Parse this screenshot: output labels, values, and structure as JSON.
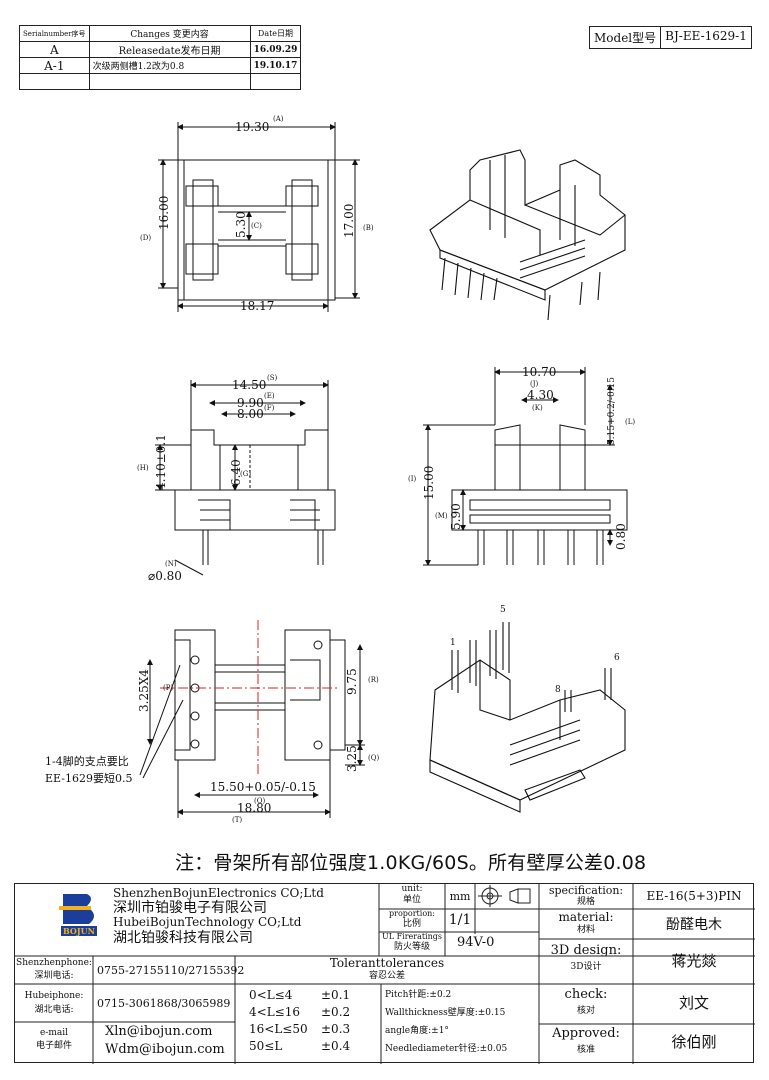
{
  "revision_table": {
    "headers": [
      "Serialnumber序号",
      "Changes 变更内容",
      "Date日期"
    ],
    "rows": [
      {
        "serial": "A",
        "change": "Releasedate发布日期",
        "date": "16.09.29"
      },
      {
        "serial": "A-1",
        "change": "次级两侧槽1.2改为0.8",
        "date": "19.10.17"
      }
    ]
  },
  "model": {
    "label": "Model型号",
    "value": "BJ-EE-1629-1"
  },
  "views": {
    "top": {
      "width": "19.30",
      "width_ref": "(A)",
      "height_left": "16.00",
      "height_left_ref": "(D)",
      "height_right": "17.00",
      "height_right_ref": "(B)",
      "inner": "5.30",
      "inner_ref": "(C)",
      "bottom": "18.17"
    },
    "front": {
      "w1": "14.50",
      "w1_ref": "(S)",
      "w2": "9.90",
      "w2_ref": "(E)",
      "w3": "8.00",
      "w3_ref": "(F)",
      "h1": "4.10±0.1",
      "h1_ref": "(H)",
      "h2": "6.40",
      "h2_ref": "(G)",
      "pin": "⌀0.80",
      "pin_ref": "(N)"
    },
    "side": {
      "w1": "10.70",
      "w1_ref": "(J)",
      "w2": "4.30",
      "w2_ref": "(K)",
      "h1": "15.00",
      "h1_ref": "(I)",
      "h2": "5.90",
      "h2_ref": "(M)",
      "h3": "5.15+0.2/-0.15",
      "h3_ref": "(L)",
      "h4": "0.80"
    },
    "bottom": {
      "pitch": "3.25X4",
      "pitch_ref": "(P)",
      "r": "9.75",
      "r_ref": "(R)",
      "q": "3.25",
      "q_ref": "(Q)",
      "o": "15.50+0.05/-0.15",
      "o_ref": "(O)",
      "t": "18.80",
      "t_ref": "(T)",
      "callout1": "1-4脚的支点要比",
      "callout2": "EE-1629要短0.5"
    },
    "iso_pins": [
      "1",
      "5",
      "8",
      "6"
    ]
  },
  "note": "注：骨架所有部位强度1.0KG/60S。所有壁厚公差0.08",
  "title_block": {
    "company_en1": "ShenzhenBojunElectronics CO;Ltd",
    "company_cn1": "深圳市铂骏电子有限公司",
    "company_en2": "HubeiBojunTechnology CO;Ltd",
    "company_cn2": "湖北铂骏科技有限公司",
    "logo_text": "BOJUN",
    "unit_label": "unit:",
    "unit_label_cn": "单位",
    "unit_value": "mm",
    "proportion_label": "proportion:",
    "proportion_label_cn": "比例",
    "proportion_value": "1/1",
    "fire_label": "UL Fireratings",
    "fire_label_cn": "防火等级",
    "fire_value": "94V-0",
    "spec_label": "specification:",
    "spec_label_cn": "规格",
    "spec_value": "EE-16(5+3)PIN",
    "material_label": "material:",
    "material_label_cn": "材料",
    "material_value": "酚醛电木",
    "design_label": "3D design:",
    "design_label_cn": "3D设计",
    "design_value": "蒋光燚",
    "check_label": "check:",
    "check_label_cn": "核对",
    "check_value": "刘文",
    "approved_label": "Approved:",
    "approved_label_cn": "核准",
    "approved_value": "徐伯刚",
    "sz_phone_label": "Shenzhenphone:",
    "sz_phone_label_cn": "深圳电话:",
    "sz_phone": "0755-27155110/27155392",
    "hb_phone_label": "Hubeiphone:",
    "hb_phone_label_cn": "湖北电话:",
    "hb_phone": "0715-3061868/3065989",
    "email_label": "e-mail",
    "email_label_cn": "电子邮件",
    "email1": "Xln@ibojun.com",
    "email2": "Wdm@ibojun.com",
    "tol_title": "Toleranttolerances",
    "tol_title_cn": "容忍公差",
    "tol_rows": [
      {
        "range": "0<L≤4",
        "tol": "±0.1"
      },
      {
        "range": "4<L≤16",
        "tol": "±0.2"
      },
      {
        "range": "16<L≤50",
        "tol": "±0.3"
      },
      {
        "range": "50≤L",
        "tol": "±0.4"
      }
    ],
    "tol_notes": [
      "Pitch针距:±0.2",
      "Wallthickness壁厚度:±0.15",
      "angle角度:±1°",
      "Needlediameter针径:±0.05"
    ]
  }
}
